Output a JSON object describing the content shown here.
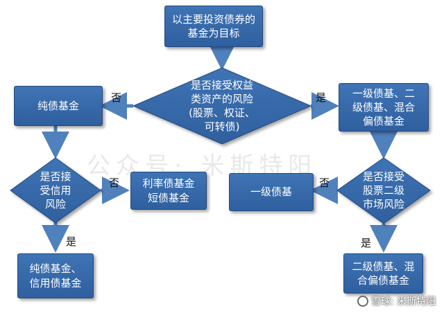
{
  "nodes": {
    "root": "以主要投资债券的\n基金为目标",
    "q_equity": "是否接受权益\n类资产的风险\n(股票、权证、\n可转债)",
    "pure_bond": "纯债基金",
    "q_credit": "是否接\n受信用\n风险",
    "rate_short": "利率债基金\n短债基金",
    "pure_credit": "纯债基金、\n信用债基金",
    "q_secondary": "是否接受\n股票二级\n市场风险",
    "level1": "一级债基",
    "l1l2mix": "一级债基、二\n级债基、混合\n偏债基金",
    "l2mix": "二级债基、混\n合偏债基金"
  },
  "edges": {
    "no_1": "否",
    "yes_1": "是",
    "no_2": "否",
    "yes_2": "是",
    "no_3": "否",
    "yes_3": "是"
  },
  "watermark": "公众号: 米斯特阳",
  "credit": "雪球: 米斯特阳",
  "colors": {
    "box_fill": "#3a6daf",
    "box_border": "#24497d",
    "arrow": "#4f81bd"
  }
}
